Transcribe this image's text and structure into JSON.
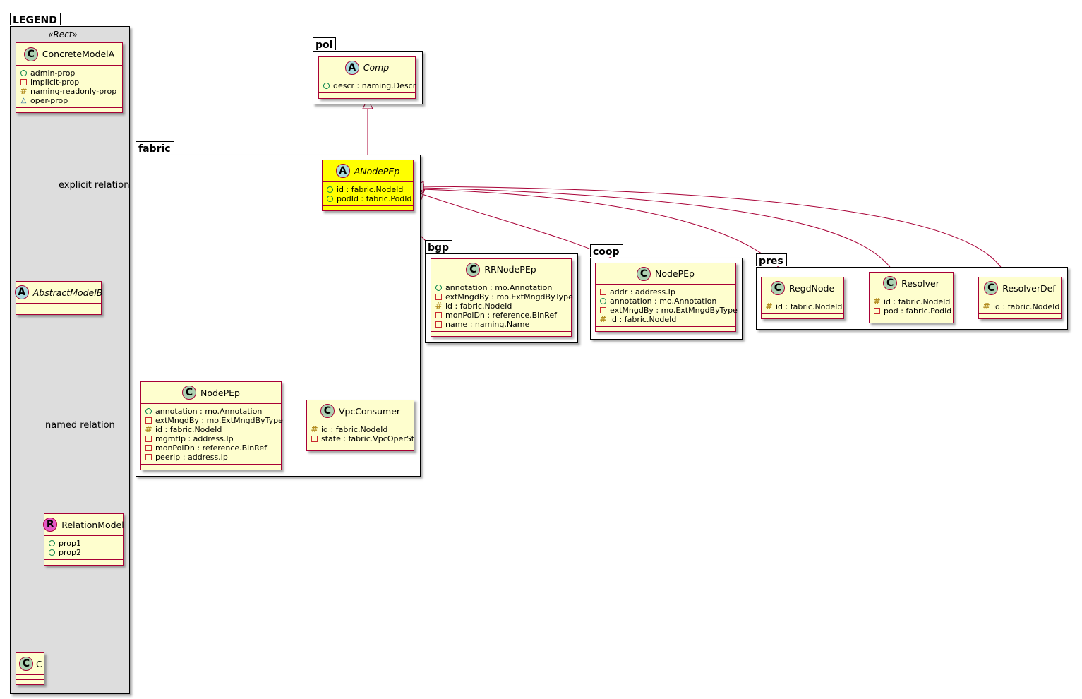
{
  "packages": {
    "legend": "LEGEND",
    "pol": "pol",
    "fabric": "fabric",
    "bgp": "bgp",
    "coop": "coop",
    "pres": "pres"
  },
  "legend": {
    "stereotype": "«Rect»",
    "concrete_model": {
      "kind": "C",
      "name": "ConcreteModelA",
      "props": [
        {
          "vis": "public",
          "text": "admin-prop"
        },
        {
          "vis": "private",
          "text": "implicit-prop"
        },
        {
          "vis": "protected",
          "text": "naming-readonly-prop"
        },
        {
          "vis": "package",
          "text": "oper-prop"
        }
      ]
    },
    "abstract_model": {
      "kind": "A",
      "name": "AbstractModelB"
    },
    "relation_model": {
      "kind": "R",
      "name": "RelationModel",
      "props": [
        {
          "vis": "public",
          "text": "prop1"
        },
        {
          "vis": "public",
          "text": "prop2"
        }
      ]
    },
    "c_model": {
      "kind": "C",
      "name": "C"
    },
    "explicit_relation": "explicit relation",
    "named_relation": "named relation"
  },
  "pol": {
    "comp": {
      "kind": "A",
      "name": "Comp",
      "props": [
        {
          "vis": "public",
          "text": "descr : naming.Descr"
        }
      ]
    }
  },
  "fabric": {
    "anodepep": {
      "kind": "A",
      "name": "ANodePEp",
      "props": [
        {
          "vis": "public",
          "text": "id : fabric.NodeId"
        },
        {
          "vis": "public",
          "text": "podId : fabric.PodId"
        }
      ]
    },
    "nodepep": {
      "kind": "C",
      "name": "NodePEp",
      "props": [
        {
          "vis": "public",
          "text": "annotation : mo.Annotation"
        },
        {
          "vis": "private",
          "text": "extMngdBy : mo.ExtMngdByType"
        },
        {
          "vis": "protected",
          "text": "id : fabric.NodeId"
        },
        {
          "vis": "private",
          "text": "mgmtIp : address.Ip"
        },
        {
          "vis": "private",
          "text": "monPolDn : reference.BinRef"
        },
        {
          "vis": "private",
          "text": "peerIp : address.Ip"
        }
      ]
    },
    "vpcconsumer": {
      "kind": "C",
      "name": "VpcConsumer",
      "props": [
        {
          "vis": "protected",
          "text": "id : fabric.NodeId"
        },
        {
          "vis": "private",
          "text": "state : fabric.VpcOperSt"
        }
      ]
    }
  },
  "bgp": {
    "rrnodepep": {
      "kind": "C",
      "name": "RRNodePEp",
      "props": [
        {
          "vis": "public",
          "text": "annotation : mo.Annotation"
        },
        {
          "vis": "private",
          "text": "extMngdBy : mo.ExtMngdByType"
        },
        {
          "vis": "protected",
          "text": "id : fabric.NodeId"
        },
        {
          "vis": "private",
          "text": "monPolDn : reference.BinRef"
        },
        {
          "vis": "private",
          "text": "name : naming.Name"
        }
      ]
    }
  },
  "coop": {
    "nodepep": {
      "kind": "C",
      "name": "NodePEp",
      "props": [
        {
          "vis": "private",
          "text": "addr : address.Ip"
        },
        {
          "vis": "public",
          "text": "annotation : mo.Annotation"
        },
        {
          "vis": "private",
          "text": "extMngdBy : mo.ExtMngdByType"
        },
        {
          "vis": "protected",
          "text": "id : fabric.NodeId"
        }
      ]
    }
  },
  "pres": {
    "regdnode": {
      "kind": "C",
      "name": "RegdNode",
      "props": [
        {
          "vis": "protected",
          "text": "id : fabric.NodeId"
        }
      ]
    },
    "resolver": {
      "kind": "C",
      "name": "Resolver",
      "props": [
        {
          "vis": "protected",
          "text": "id : fabric.NodeId"
        },
        {
          "vis": "private",
          "text": "pod : fabric.PodId"
        }
      ]
    },
    "resolverdef": {
      "kind": "C",
      "name": "ResolverDef",
      "props": [
        {
          "vis": "protected",
          "text": "id : fabric.NodeId"
        }
      ]
    }
  },
  "colors": {
    "class_fill": "#FEFECE",
    "highlight_fill": "#FFFF00",
    "border": "#A80036",
    "legend_bg": "#DDDDDD",
    "class_icon": "#ADD1B2",
    "abstract_icon": "#A9DCDF",
    "relation_icon": "#E558C6"
  }
}
